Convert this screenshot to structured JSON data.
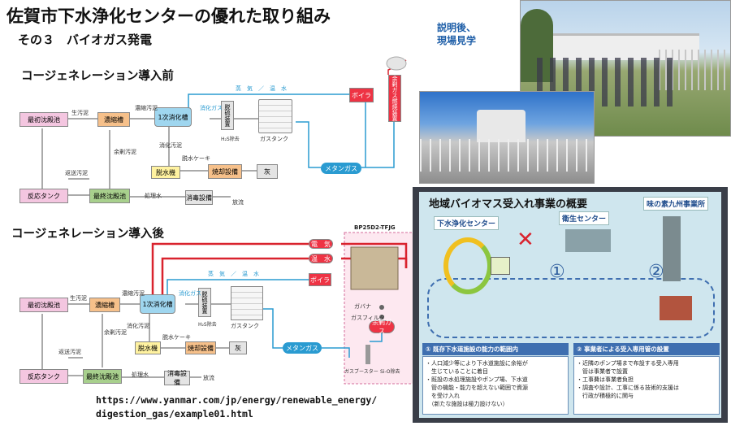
{
  "title": "佐賀市下水浄化センターの優れた取り組み",
  "subtitle": "その３　バイオガス発電",
  "note": [
    "説明後、",
    "現場見学"
  ],
  "before": {
    "heading": "コージェネレーション導入前",
    "boxes": {
      "primary": "最初沈殿池",
      "thickener": "濃縮槽",
      "digester": "1次消化槽",
      "desulf": "脱硫装置",
      "gastank_label": "ガスタンク",
      "boiler": "ボイラ",
      "surplus": "余剰ガス燃焼装置",
      "dewater": "脱水機",
      "incin": "焼却設備",
      "ash": "灰",
      "reaction": "反応タンク",
      "final": "最終沈殿池",
      "disinfect": "消毒設備",
      "methane": "メタンガス"
    },
    "labels": {
      "raw": "生汚泥",
      "conc": "濃縮汚泥",
      "excess": "余剰汚泥",
      "return": "返送汚泥",
      "digested": "消化汚泥",
      "cake": "脱水ケーキ",
      "treated": "処理水",
      "discharge": "放流",
      "steam": "蒸　気　／　温　水",
      "gas": "消化ガス",
      "h2s": "H₂S除去"
    }
  },
  "after": {
    "heading": "コージェネレーション導入後",
    "model": "BP25D2-TFJG",
    "boxes": {
      "primary": "最初沈殿池",
      "thickener": "濃縮槽",
      "digester": "1次消化槽",
      "desulf": "脱硫装置",
      "gastank_label": "ガスタンク",
      "boiler": "ボイラ",
      "dewater": "脱水機",
      "incin": "焼却設備",
      "ash": "灰",
      "reaction": "反応タンク",
      "final": "最終沈殿池",
      "disinfect": "消毒設備",
      "methane": "メタンガス",
      "power": "電　気",
      "hotwater": "温　水",
      "surplusgas": "余剰ガス"
    },
    "labels": {
      "raw": "生汚泥",
      "conc": "濃縮汚泥",
      "excess": "余剰汚泥",
      "return": "返送汚泥",
      "digested": "消化汚泥",
      "cake": "脱水ケーキ",
      "treated": "処理水",
      "discharge": "放流",
      "steam": "蒸　気　／　温　水",
      "gas": "消化ガス",
      "h2s": "H₂S除去",
      "governor": "ガバナ",
      "filter": "ガスフィルタ",
      "booster": "ガスブースター",
      "silo": "Si-O除去"
    }
  },
  "url": [
    "https://www.yanmar.com/jp/energy/renewable_energy/",
    "digestion_gas/example01.html"
  ],
  "panel": {
    "title": "地域バイオマス受入れ事業の概要",
    "tags": {
      "center": "下水浄化センター",
      "sanitation": "衛生センター",
      "ajinomoto": "味の素九州事業所"
    },
    "circle1": "①",
    "circle2": "②",
    "box1_title": "① 既存下水道施設の能力の範囲内",
    "box1_lines": [
      "・人口減少等により下水道施設に余裕が",
      "　生じていることに着目",
      "・既設の水処理施設やポンプ場、下水道",
      "　管の機能・能力を超えない範囲で資源",
      "　を受け入れ",
      "　（新たな施設は極力設けない）"
    ],
    "box2_title": "② 事業者による受入専用管の設置",
    "box2_lines": [
      "・近隣のポンプ場まで布設する受入専用",
      "　管は事業者で設置",
      "・工事費は事業者負担",
      "・調査や設計、工事に係る技術的支援は",
      "　行政が積極的に関与"
    ]
  },
  "colors": {
    "accent": "#1f5fa8",
    "red": "#d9232e",
    "teal": "#2a9bd1"
  }
}
